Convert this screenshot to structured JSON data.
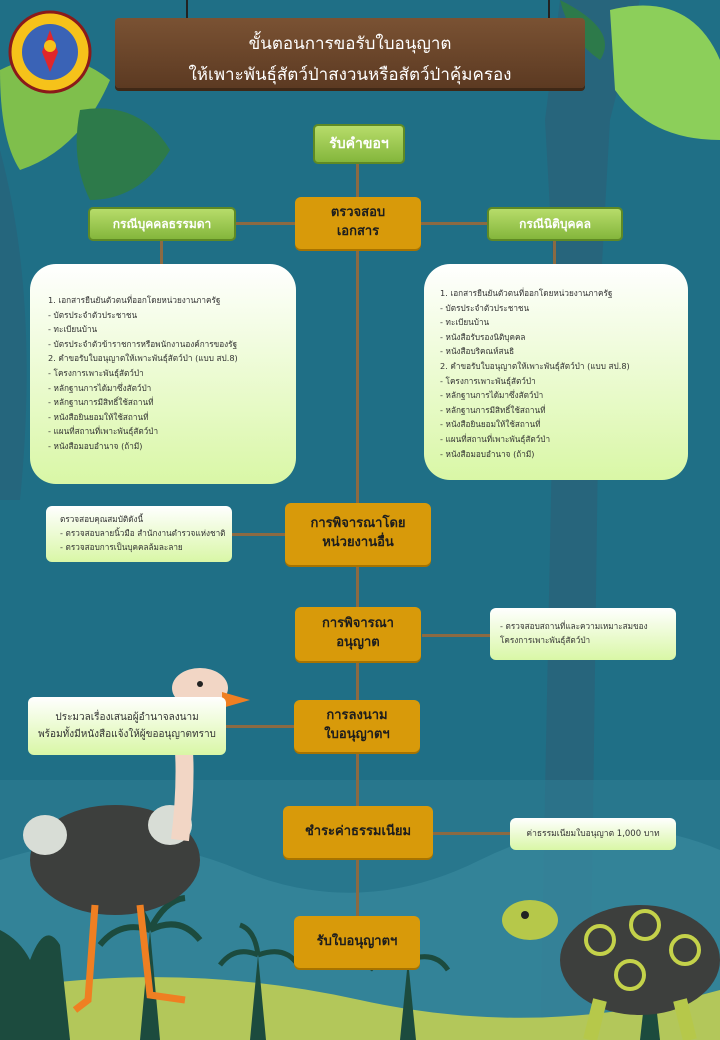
{
  "title": {
    "line1": "ขั้นตอนการขอรับใบอนุญาต",
    "line2": "ให้เพาะพันธุ์สัตว์ป่าสงวนหรือสัตว์ป่าคุ้มครอง"
  },
  "steps": {
    "receive": "รับคำขอฯ",
    "check_l1": "ตรวจสอบ",
    "check_l2": "เอกสาร",
    "consider_other_l1": "การพิจารณาโดย",
    "consider_other_l2": "หน่วยงานอื่น",
    "consider_permit_l1": "การพิจารณา",
    "consider_permit_l2": "อนุญาต",
    "sign_l1": "การลงนาม",
    "sign_l2": "ใบอนุญาตฯ",
    "fee": "ชำระค่าธรรมเนียม",
    "receive_license": "รับใบอนุญาตฯ"
  },
  "cases": {
    "person": "กรณีบุคคลธรรมดา",
    "juristic": "กรณีนิติบุคคล"
  },
  "docs_person": [
    "1. เอกสารยืนยันตัวตนที่ออกโดยหน่วยงานภาครัฐ",
    "- บัตรประจำตัวประชาชน",
    "- ทะเบียนบ้าน",
    "- บัตรประจำตัวข้าราชการหรือพนักงานองค์การของรัฐ",
    "2. คำขอรับใบอนุญาตให้เพาะพันธุ์สัตว์ป่า (แบบ สป.8)",
    "- โครงการเพาะพันธุ์สัตว์ป่า",
    "- หลักฐานการได้มาซึ่งสัตว์ป่า",
    "- หลักฐานการมีสิทธิ์ใช้สถานที่",
    "- หนังสือยินยอมให้ใช้สถานที่",
    "- แผนที่สถานที่เพาะพันธุ์สัตว์ป่า",
    "- หนังสือมอบอำนาจ (ถ้ามี)"
  ],
  "docs_juristic": [
    "1. เอกสารยืนยันตัวตนที่ออกโดยหน่วยงานภาครัฐ",
    "- บัตรประจำตัวประชาชน",
    "- ทะเบียนบ้าน",
    "- หนังสือรับรองนิติบุคคล",
    "- หนังสือบริคณห์สนธิ",
    "2. คำขอรับใบอนุญาตให้เพาะพันธุ์สัตว์ป่า (แบบ สป.8)",
    "- โครงการเพาะพันธุ์สัตว์ป่า",
    "- หลักฐานการได้มาซึ่งสัตว์ป่า",
    "- หลักฐานการมีสิทธิ์ใช้สถานที่",
    "- หนังสือยินยอมให้ใช้สถานที่",
    "- แผนที่สถานที่เพาะพันธุ์สัตว์ป่า",
    "- หนังสือมอบอำนาจ (ถ้ามี)"
  ],
  "notes": {
    "qualification": [
      "ตรวจสอบคุณสมบัติดังนี้",
      "- ตรวจสอบลายนิ้วมือ สำนักงานตำรวจแห่งชาติ",
      "- ตรวจสอบการเป็นบุคคลล้มละลาย"
    ],
    "site_check": [
      "- ตรวจสอบสถานที่และความเหมาะสมของ",
      "โครงการเพาะพันธุ์สัตว์ป่า"
    ],
    "signing": [
      "ประมวลเรื่องเสนอผู้อำนาจลงนาม",
      "พร้อมทั้งมีหนังสือแจ้งให้ผู้ขออนุญาตทราบ"
    ],
    "fee": "ค่าธรรมเนียมใบอนุญาต 1,000 บาท"
  },
  "colors": {
    "background": "#1f6f86",
    "node": "#d89a0a",
    "green_node": "#8dc043",
    "connector": "#8b6a42",
    "board": "#6b4529"
  },
  "logo_icon": "department-seal-icon"
}
